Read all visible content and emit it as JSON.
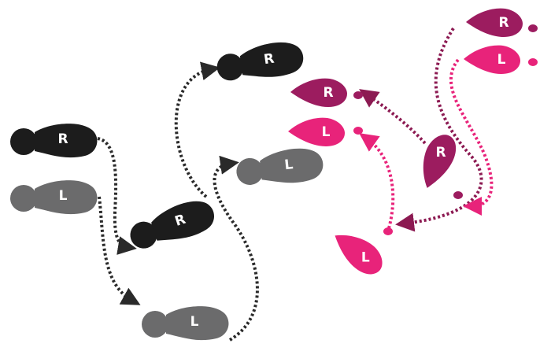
{
  "colors": {
    "right_shoe": "#1c1c1c",
    "left_shoe": "#6b6b6c",
    "right_drop": "#9c1c5f",
    "left_drop": "#e8237a"
  },
  "shoes": [
    {
      "foot": "R",
      "label": "R"
    },
    {
      "foot": "L",
      "label": "L"
    },
    {
      "foot": "R",
      "label": "R"
    },
    {
      "foot": "L",
      "label": "L"
    },
    {
      "foot": "R",
      "label": "R"
    },
    {
      "foot": "L",
      "label": "L"
    }
  ],
  "drops": [
    {
      "foot": "R",
      "label": "R"
    },
    {
      "foot": "L",
      "label": "L"
    },
    {
      "foot": "R",
      "label": "R"
    },
    {
      "foot": "L",
      "label": "L"
    },
    {
      "foot": "R",
      "label": "R"
    },
    {
      "foot": "L",
      "label": "L"
    }
  ]
}
